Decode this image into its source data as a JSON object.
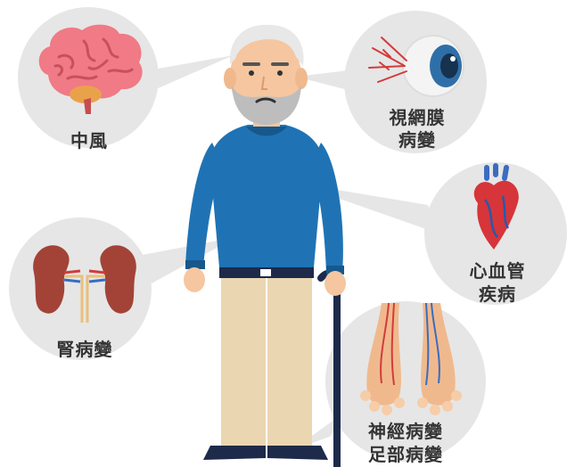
{
  "figure": {
    "man_icon": "elderly-man-with-cane",
    "callouts": {
      "stroke": {
        "label": "中風",
        "icon": "brain-icon"
      },
      "retinopathy": {
        "label_line1": "視網膜",
        "label_line2": "病變",
        "icon": "eye-icon"
      },
      "cardiovascular": {
        "label_line1": "心血管",
        "label_line2": "疾病",
        "icon": "heart-icon"
      },
      "nephropathy": {
        "label": "腎病變",
        "icon": "kidneys-icon"
      },
      "neuropathy_foot": {
        "label_line1": "神經病變",
        "label_line2": "足部病變",
        "icon": "feet-icon"
      }
    },
    "colors": {
      "callout_bg": "#e6e6e6",
      "label_text": "#333333",
      "sweater": "#1f73b4",
      "pants": "#ead6b0",
      "brain": "#f07a85",
      "heart": "#d6353a",
      "kidney": "#a34337",
      "eye_iris": "#2f6fa8"
    }
  }
}
